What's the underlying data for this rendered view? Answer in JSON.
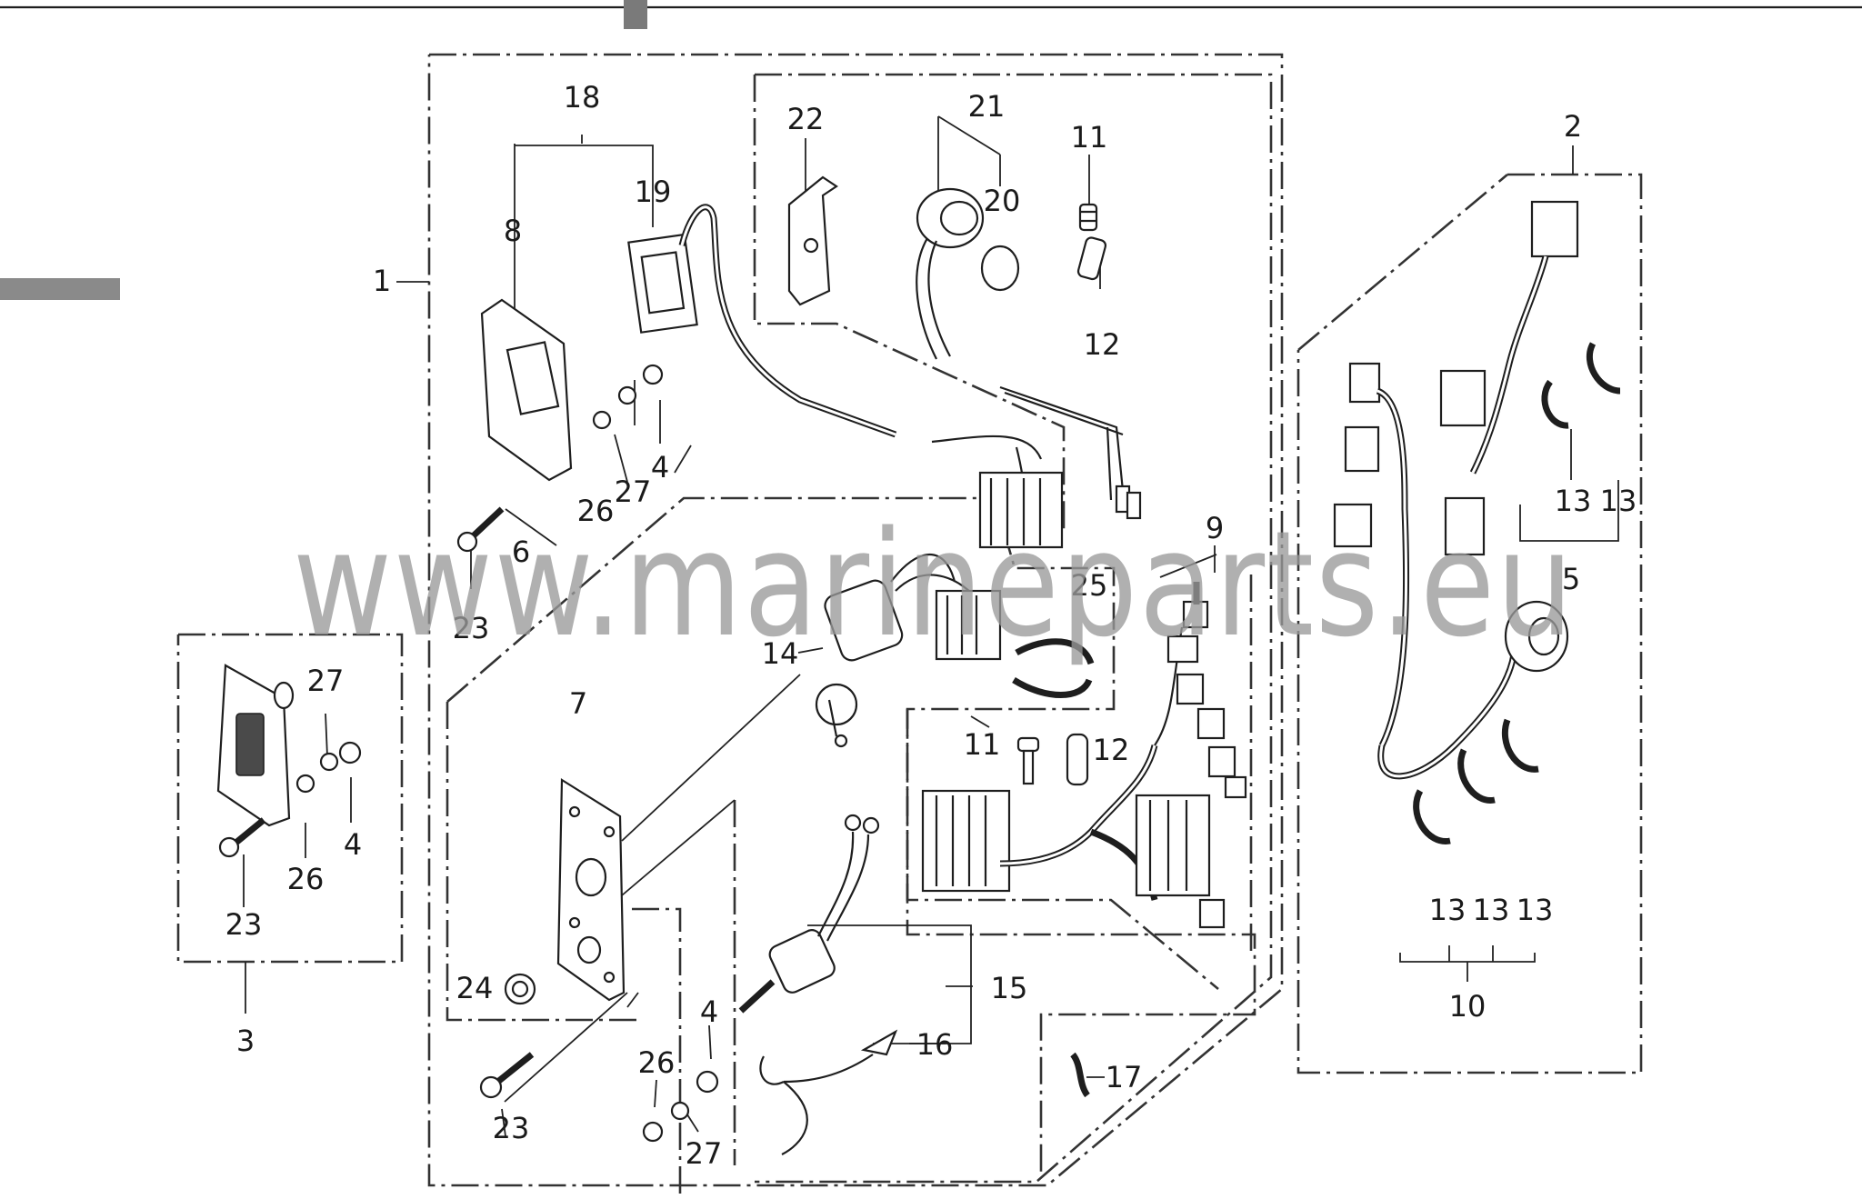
{
  "watermark": "www.marineparts.eu",
  "colors": {
    "line": "#1e1e1e",
    "watermark": "#9a9a9a",
    "background": "#ffffff"
  },
  "labels": {
    "p1": "1",
    "p2": "2",
    "p3": "3",
    "p4a": "4",
    "p4b": "4",
    "p4c": "4",
    "p5": "5",
    "p6": "6",
    "p7": "7",
    "p8": "8",
    "p9": "9",
    "p10": "10",
    "p11a": "11",
    "p11b": "11",
    "p12a": "12",
    "p12b": "12",
    "p13a": "13",
    "p13b": "13",
    "p13c": "13",
    "p13d": "13",
    "p13e": "13",
    "p14": "14",
    "p15": "15",
    "p16": "16",
    "p17": "17",
    "p18": "18",
    "p19": "19",
    "p20": "20",
    "p21": "21",
    "p22": "22",
    "p23a": "23",
    "p23b": "23",
    "p23c": "23",
    "p24": "24",
    "p25": "25",
    "p26a": "26",
    "p26b": "26",
    "p26c": "26",
    "p27a": "27",
    "p27b": "27",
    "p27c": "27"
  }
}
